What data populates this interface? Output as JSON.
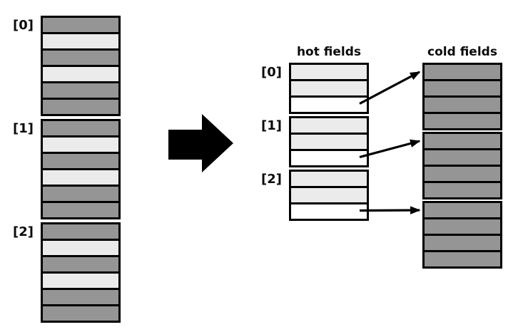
{
  "diagram": {
    "left_array": {
      "elements": [
        {
          "label": "[0]"
        },
        {
          "label": "[1]"
        },
        {
          "label": "[2]"
        }
      ],
      "field_pattern": [
        "cold",
        "hot",
        "cold",
        "hot",
        "cold",
        "cold"
      ]
    },
    "transform_arrow": {
      "direction": "right"
    },
    "hot_column": {
      "title": "hot fields",
      "elements": [
        {
          "label": "[0]"
        },
        {
          "label": "[1]"
        },
        {
          "label": "[2]"
        }
      ],
      "field_pattern": [
        "hot",
        "hot",
        "pointer"
      ]
    },
    "cold_column": {
      "title": "cold fields",
      "blocks": [
        {
          "fields": 4
        },
        {
          "fields": 4
        },
        {
          "fields": 4
        }
      ]
    },
    "links": [
      {
        "from_hot": 0,
        "to_cold": 0
      },
      {
        "from_hot": 1,
        "to_cold": 1
      },
      {
        "from_hot": 2,
        "to_cold": 2
      }
    ],
    "colors": {
      "cold_fill": "#959595",
      "hot_fill": "#ebebeb",
      "pointer_fill": "#ffffff",
      "outline": "#000000",
      "arrow": "#000000",
      "background": "#ffffff"
    }
  }
}
